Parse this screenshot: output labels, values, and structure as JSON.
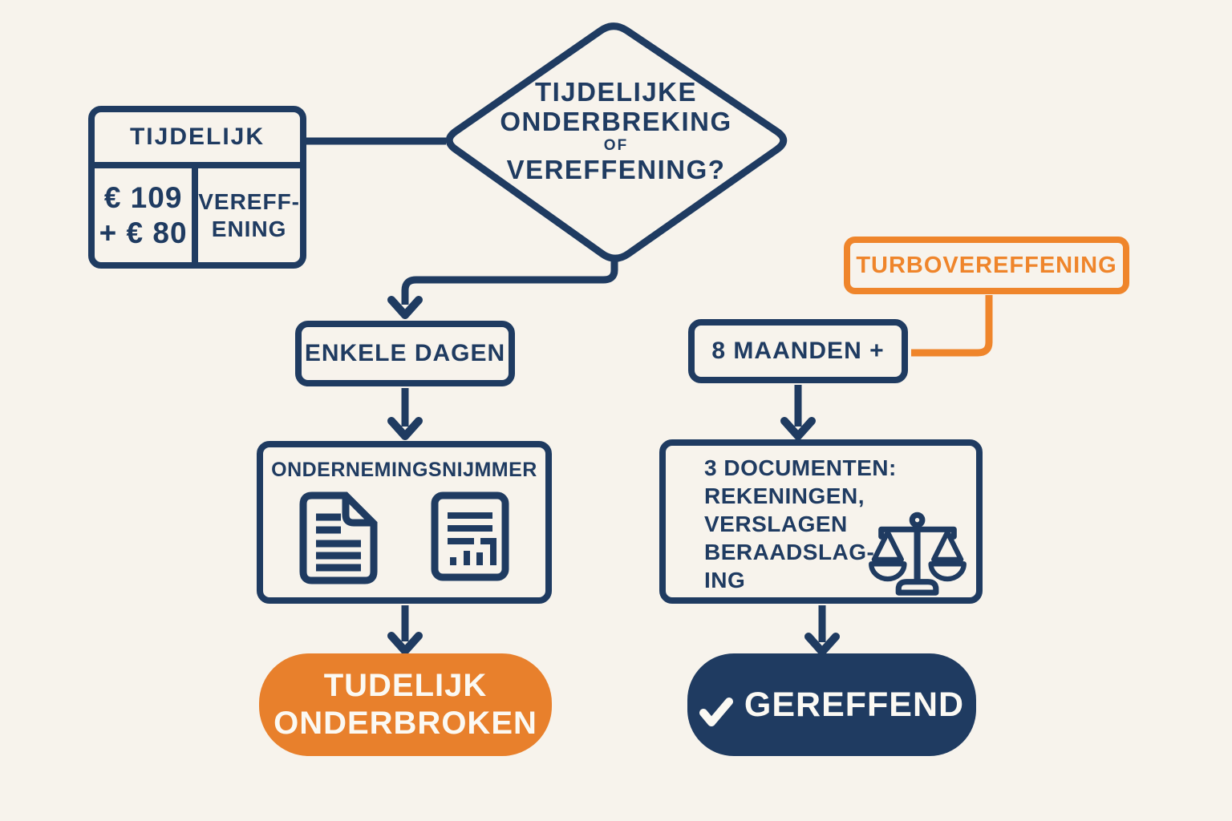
{
  "palette": {
    "background": "#f7f3ec",
    "navy": "#1f3b61",
    "orange": "#e8802c",
    "orange_bright": "#ef852b",
    "text_on_dark": "#fbf9f3"
  },
  "fee_box": {
    "header": "TIJDELIJK",
    "price_line1": "€ 109",
    "price_line2": "+ € 80",
    "label_line1": "VEREFF-",
    "label_line2": "ENING"
  },
  "decision": {
    "line1": "TIJDELIJKE",
    "line2": "ONDERBREKING",
    "line3": "OF",
    "line4": "VEREFFENING?"
  },
  "turbo": {
    "label": "TURBOVEREFFENING"
  },
  "left_branch": {
    "duration": "ENKELE DAGEN",
    "requirement_title": "ONDERNEMINGSNIJMMER",
    "result_line1": "TUDELIJK",
    "result_line2": "ONDERBROKEN"
  },
  "right_branch": {
    "duration": "8 MAANDEN +",
    "requirement_lines": [
      "3 DOCUMENTEN:",
      "REKENINGEN,",
      "VERSLAGEN",
      "BERAADSLAG-",
      "ING"
    ],
    "result": "GEREFFEND"
  },
  "icons": {
    "document": "document-icon",
    "report": "report-chart-icon",
    "scales": "scales-of-justice-icon",
    "check": "checkmark-icon"
  }
}
